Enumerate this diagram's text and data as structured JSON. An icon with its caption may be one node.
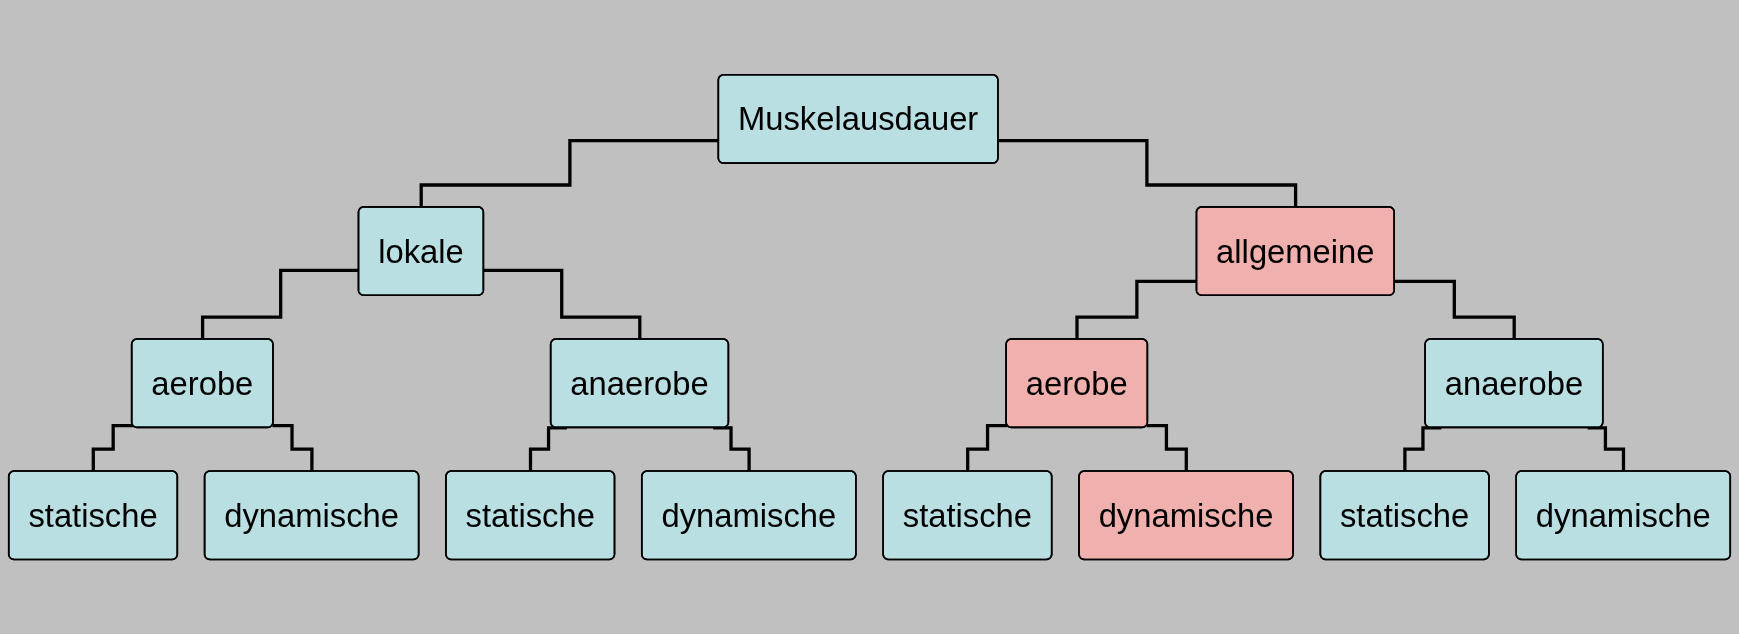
{
  "diagram": {
    "nodes": [
      {
        "text": [
          "Muskelausdauer"
        ]
      },
      {
        "text": [
          "lokale"
        ]
      },
      {
        "text": [
          "allgemeine"
        ]
      },
      {
        "text": [
          "aerobe"
        ]
      },
      {
        "text": [
          "anaerobe"
        ]
      },
      {
        "text": [
          "aerobe"
        ]
      },
      {
        "text": [
          "anaerobe"
        ]
      },
      {
        "text": [
          "statische"
        ]
      },
      {
        "text": [
          "statische"
        ]
      },
      {
        "text": [
          "statische"
        ]
      },
      {
        "text": [
          "statische"
        ]
      },
      {
        "text": [
          "dynamische"
        ]
      },
      {
        "text": [
          "dynamische"
        ]
      },
      {
        "text": [
          "dynamische"
        ]
      },
      {
        "text": [
          "dynamische"
        ]
      }
    ],
    "edges": [
      {
        "from": 0,
        "to": 1,
        "arrow": "none"
      },
      {
        "from": 0,
        "to": 2,
        "arrow": "none"
      },
      {
        "from": 1,
        "to": 3,
        "arrow": "none"
      },
      {
        "from": 1,
        "to": 4,
        "arrow": "none"
      },
      {
        "from": 2,
        "to": 5,
        "arrow": "none"
      },
      {
        "from": 2,
        "to": 6,
        "arrow": "none"
      },
      {
        "from": 3,
        "to": 7,
        "arrow": "none"
      },
      {
        "from": 3,
        "to": 11,
        "arrow": "none"
      },
      {
        "from": 4,
        "to": 8,
        "arrow": "none"
      },
      {
        "from": 4,
        "to": 12,
        "arrow": "none"
      },
      {
        "from": 5,
        "to": 9,
        "arrow": "none"
      },
      {
        "from": 5,
        "to": 13,
        "arrow": "none"
      },
      {
        "from": 6,
        "to": 10,
        "arrow": "none"
      },
      {
        "from": 6,
        "to": 14,
        "arrow": "none"
      }
    ]
  }
}
